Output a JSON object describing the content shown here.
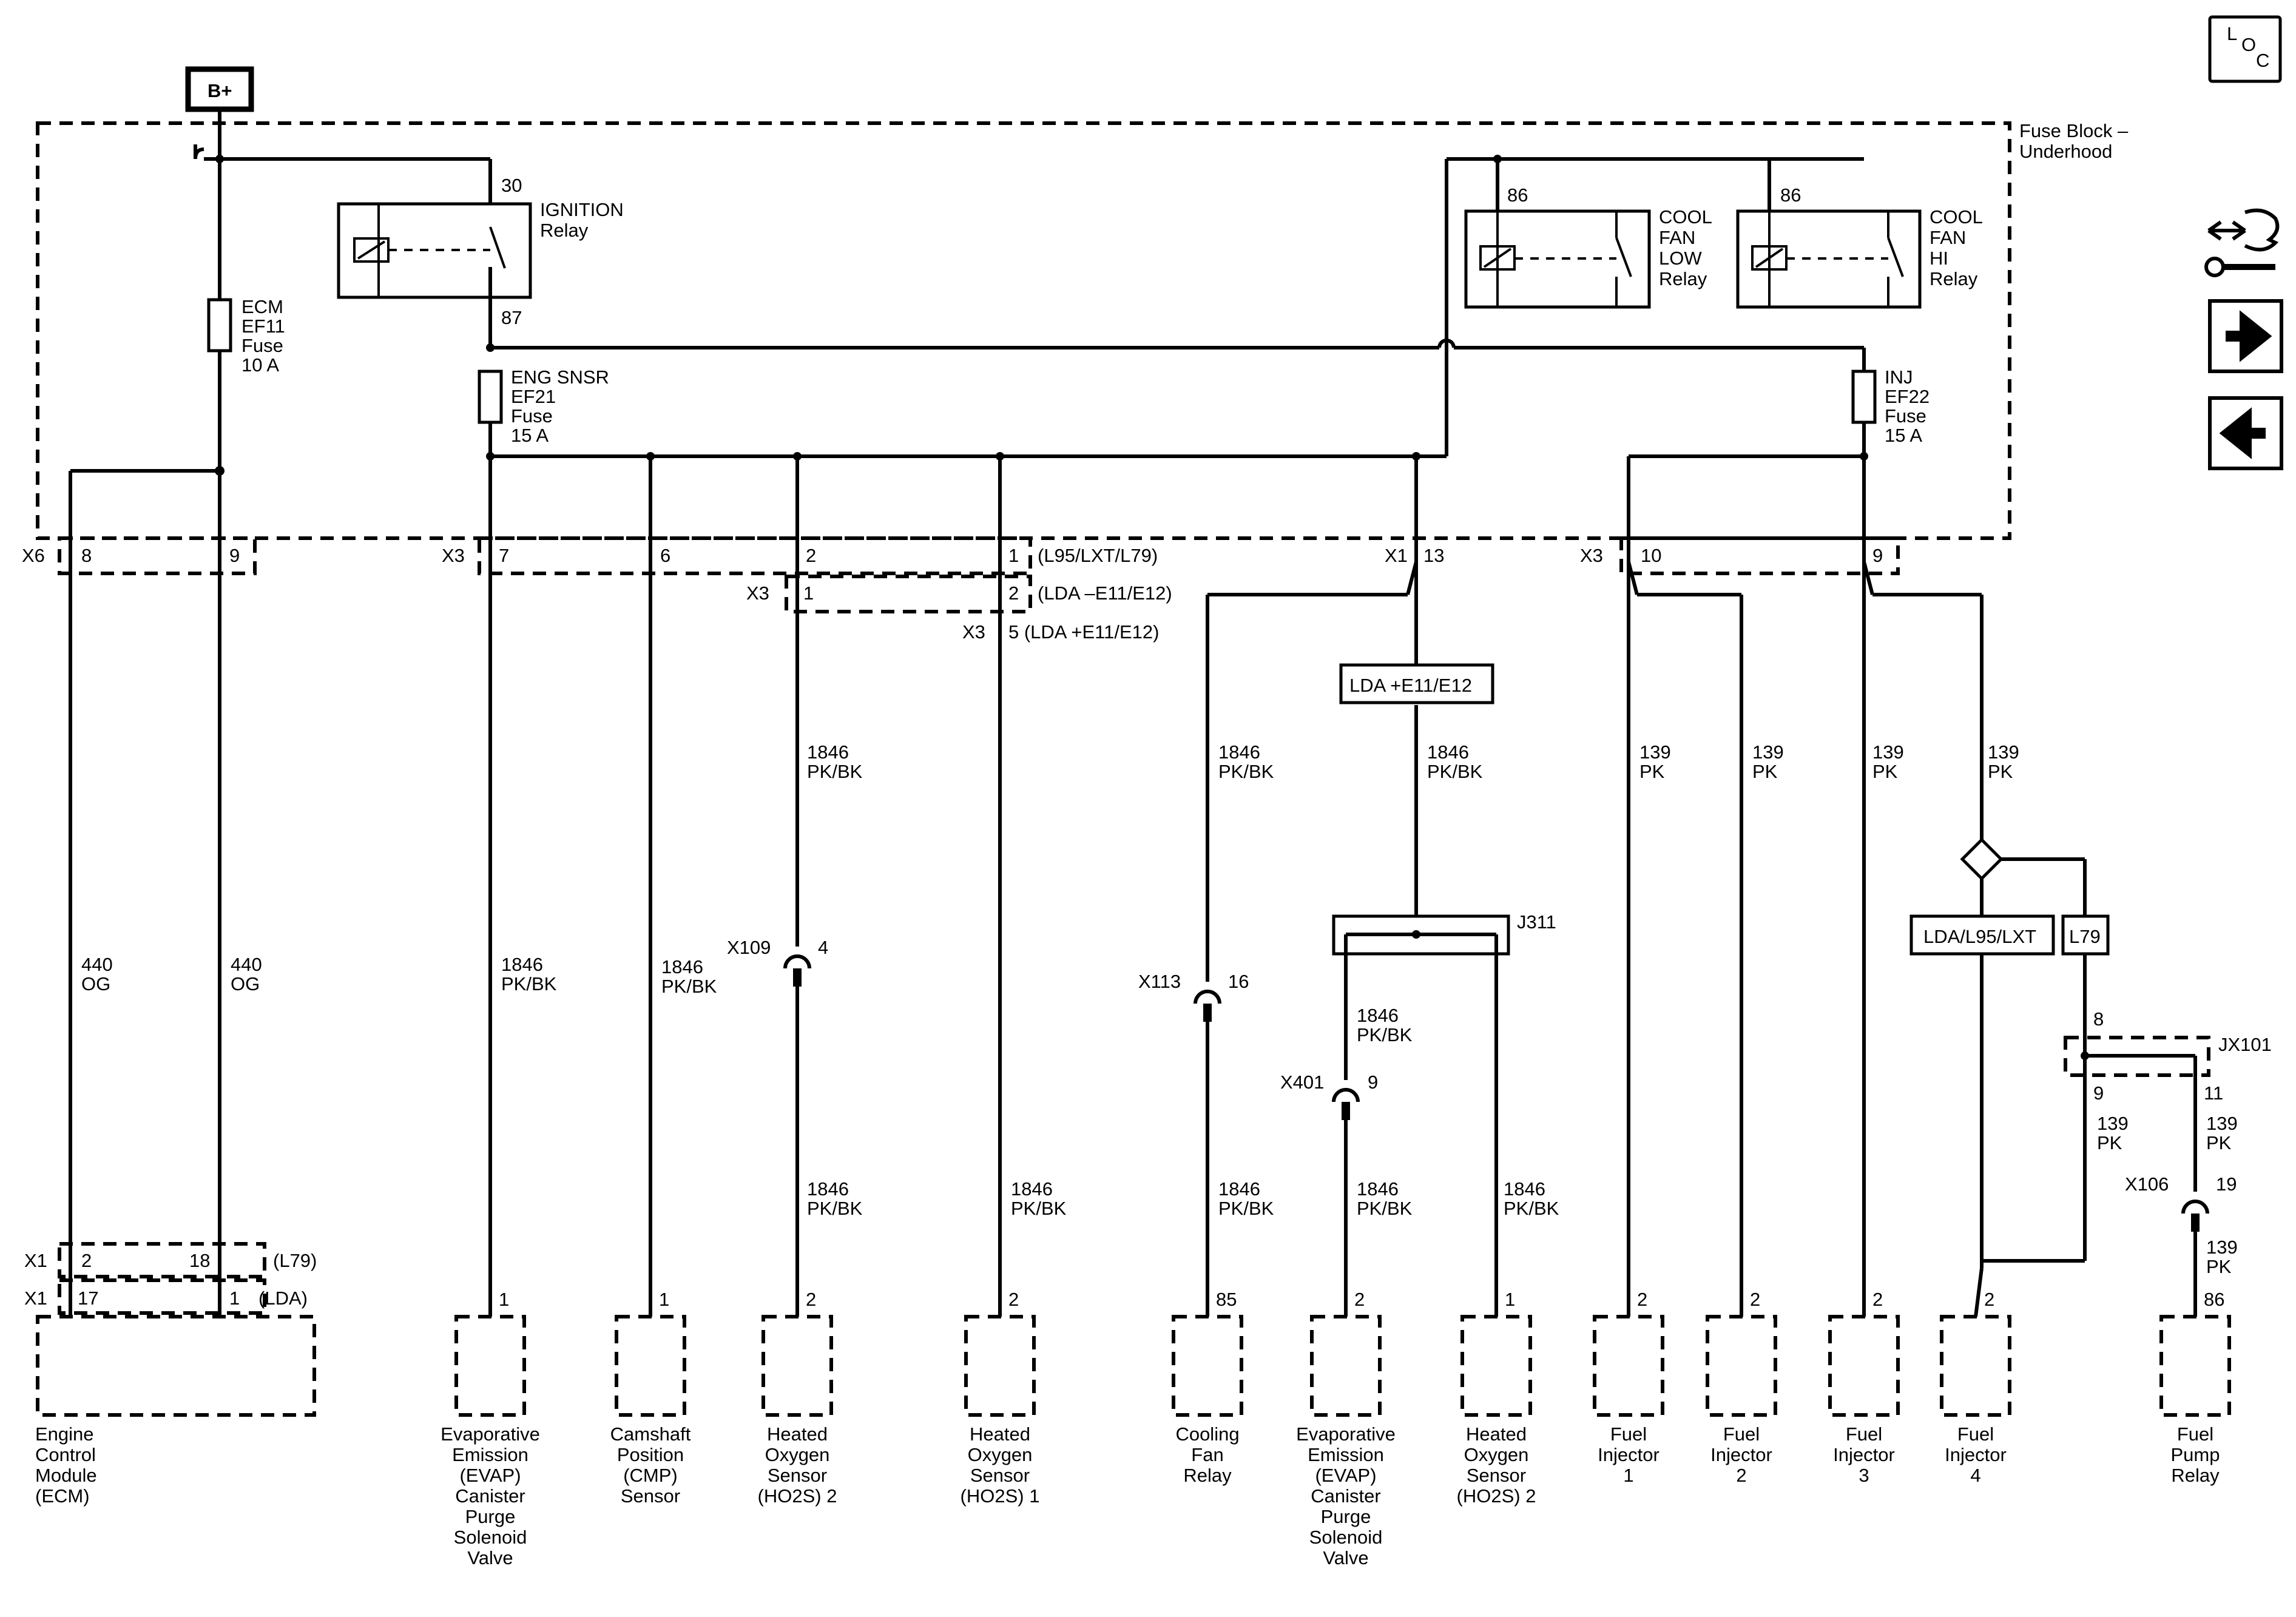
{
  "supply": {
    "label": "B+"
  },
  "fuse_block": {
    "label_lines": [
      "Fuse Block –",
      "Underhood"
    ]
  },
  "fuses": {
    "ecm": [
      "ECM",
      "EF11",
      "Fuse",
      "10 A"
    ],
    "eng_snsr": [
      "ENG SNSR",
      "EF21",
      "Fuse",
      "15 A"
    ],
    "inj": [
      "INJ",
      "EF22",
      "Fuse",
      "15 A"
    ]
  },
  "relays": {
    "ignition": {
      "name": [
        "IGNITION",
        "Relay"
      ],
      "pin_in": "30",
      "pin_out": "87"
    },
    "cool_fan_low": {
      "name": [
        "COOL",
        "FAN",
        "LOW",
        "Relay"
      ],
      "pin": "86"
    },
    "cool_fan_hi": {
      "name": [
        "COOL",
        "FAN",
        "HI",
        "Relay"
      ],
      "pin": "86"
    }
  },
  "connectors": {
    "x6": {
      "name": "X6",
      "pins": [
        "8",
        "9"
      ]
    },
    "x3_a": {
      "name": "X3",
      "pins": [
        "7",
        "6",
        "2",
        "1"
      ],
      "note": "(L95/LXT/L79)"
    },
    "x3_b": {
      "name": "X3",
      "pins": [
        "1",
        "2"
      ],
      "note": "(LDA –E11/E12)"
    },
    "x3_c": {
      "name": "X3",
      "text": "5 (LDA +E11/E12)"
    },
    "x1_13": {
      "name": "X1",
      "pin": "13"
    },
    "x3_d": {
      "name": "X3",
      "pins": [
        "10",
        "9"
      ]
    },
    "x1_ecm_a": {
      "name": "X1",
      "pins": [
        "2",
        "18"
      ],
      "note": "(L79)"
    },
    "x1_ecm_b": {
      "name": "X1",
      "pins": [
        "17",
        "1"
      ],
      "note": "(LDA)"
    },
    "x109": {
      "name": "X109",
      "pin": "4"
    },
    "x113": {
      "name": "X113",
      "pin": "16"
    },
    "x401": {
      "name": "X401",
      "pin": "9"
    },
    "x106": {
      "name": "X106",
      "pin": "19"
    },
    "jx101": {
      "name": "JX101",
      "pins": [
        "8",
        "9",
        "11"
      ]
    },
    "j311": {
      "name": "J311"
    }
  },
  "option_labels": {
    "lda_e11": "LDA +E11/E12",
    "lda_l95_lxt": "LDA/L95/LXT",
    "l79": "L79"
  },
  "wires": {
    "w440": [
      "440",
      "OG"
    ],
    "w1846": [
      "1846",
      "PK/BK"
    ],
    "w139": [
      "139",
      "PK"
    ]
  },
  "components": [
    {
      "pin": "1",
      "lines": [
        "Evaporative",
        "Emission",
        "(EVAP)",
        "Canister",
        "Purge",
        "Solenoid",
        "Valve"
      ]
    },
    {
      "pin": "1",
      "lines": [
        "Camshaft",
        "Position",
        "(CMP)",
        "Sensor"
      ]
    },
    {
      "pin": "2",
      "lines": [
        "Heated",
        "Oxygen",
        "Sensor",
        "(HO2S) 2"
      ]
    },
    {
      "pin": "2",
      "lines": [
        "Heated",
        "Oxygen",
        "Sensor",
        "(HO2S) 1"
      ]
    },
    {
      "pin": "85",
      "lines": [
        "Cooling",
        "Fan",
        "Relay"
      ]
    },
    {
      "pin": "2",
      "lines": [
        "Evaporative",
        "Emission",
        "(EVAP)",
        "Canister",
        "Purge",
        "Solenoid",
        "Valve"
      ]
    },
    {
      "pin": "1",
      "lines": [
        "Heated",
        "Oxygen",
        "Sensor",
        "(HO2S) 2"
      ]
    },
    {
      "pin": "2",
      "lines": [
        "Fuel",
        "Injector",
        "1"
      ]
    },
    {
      "pin": "2",
      "lines": [
        "Fuel",
        "Injector",
        "2"
      ]
    },
    {
      "pin": "2",
      "lines": [
        "Fuel",
        "Injector",
        "3"
      ]
    },
    {
      "pin": "2",
      "lines": [
        "Fuel",
        "Injector",
        "4"
      ]
    },
    {
      "pin": "86",
      "lines": [
        "Fuel",
        "Pump",
        "Relay"
      ]
    }
  ],
  "ecm": {
    "lines": [
      "Engine",
      "Control",
      "Module",
      "(ECM)"
    ]
  },
  "nav": {
    "loc_letters": [
      "L",
      "O",
      "C"
    ],
    "icons": [
      "connector-repair-icon",
      "next-arrow-icon",
      "previous-arrow-icon"
    ]
  }
}
